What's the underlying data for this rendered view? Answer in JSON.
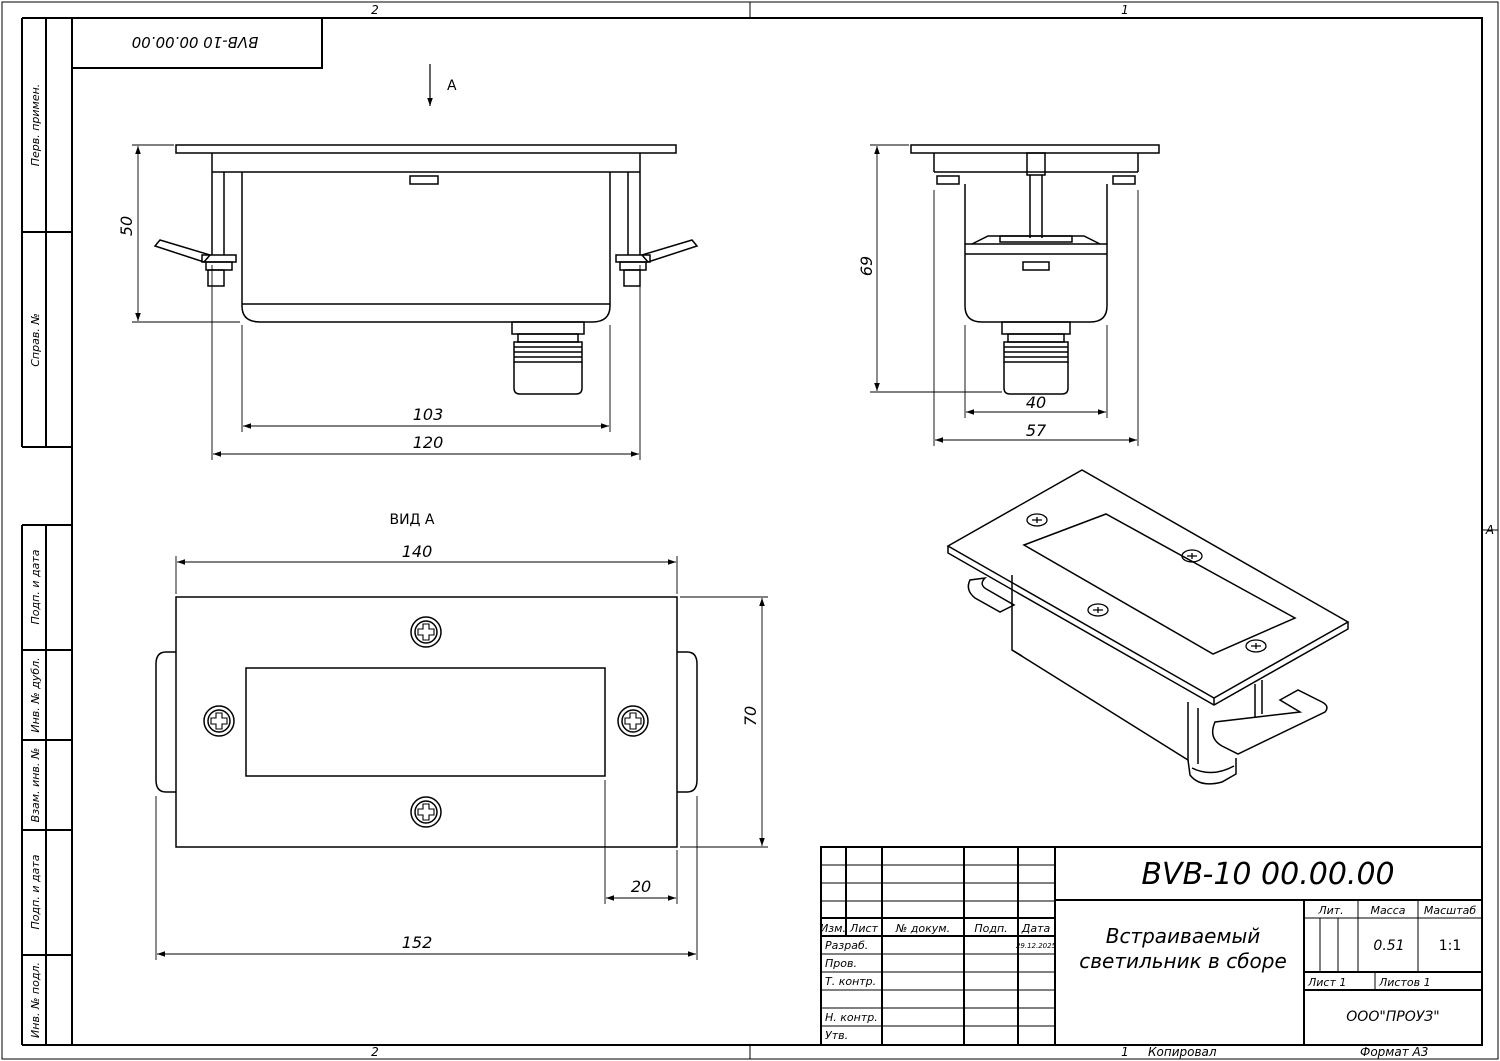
{
  "frame": {
    "zone_top_left": "2",
    "zone_top_right": "1",
    "zone_bottom_left": "2",
    "zone_bottom_right": "1",
    "zone_right": "A",
    "copied_by": "Копировал",
    "format": "Формат А3"
  },
  "stamp_code": "BVB-10 00.00.00",
  "side_fields": [
    "Перв. примен.",
    "Справ. №",
    "Подп. и дата",
    "Инв. № дубл.",
    "Взам. инв. №",
    "Подп. и дата",
    "Инв. № подл."
  ],
  "view_arrow": "А",
  "view_a_title": "ВИД А",
  "dimensions": {
    "front_height": "50",
    "front_inner_width": "103",
    "front_width": "120",
    "side_height": "69",
    "side_inner_width": "40",
    "side_width": "57",
    "plan_width": "140",
    "plan_height": "70",
    "plan_offset": "20",
    "plan_total_width": "152"
  },
  "title_block": {
    "designation": "BVB-10 00.00.00",
    "product_name_line1": "Встраиваемый",
    "product_name_line2": "светильник в сборе",
    "columns": [
      "Изм.",
      "Лист",
      "№ докум.",
      "Подп.",
      "Дата"
    ],
    "rows": [
      "Разраб.",
      "Пров.",
      "Т. контр.",
      "Н. контр.",
      "Утв."
    ],
    "date": "29.12.2025",
    "lit_label": "Лит.",
    "mass_label": "Масса",
    "scale_label": "Масштаб",
    "mass_value": "0.51",
    "scale_value": "1:1",
    "sheet_label": "Лист 1",
    "sheets_label": "Листов 1",
    "company": "ООО\"ПРОУЗ\""
  }
}
